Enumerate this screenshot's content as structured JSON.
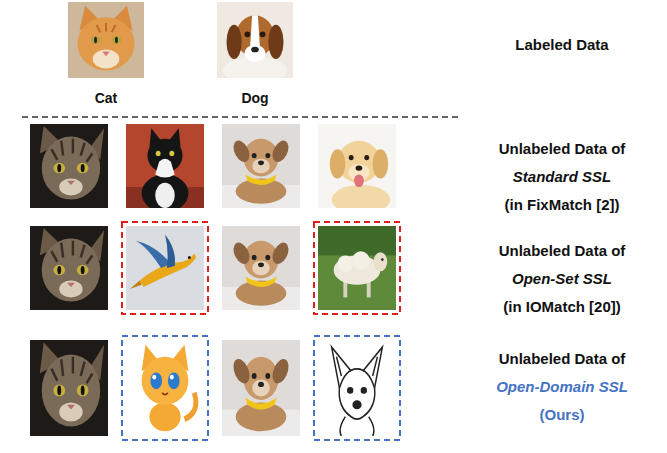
{
  "diagram": {
    "labels": [
      "Cat",
      "Dog",
      "Labeled Data",
      "Unlabeled Data of",
      "Standard SSL",
      "(in FixMatch [2])",
      "Unlabeled Data of",
      "Open-Set SSL",
      "(in IOMatch [20])",
      "Unlabeled Data of",
      "Open-Domain SSL",
      "(Ours)"
    ]
  }
}
